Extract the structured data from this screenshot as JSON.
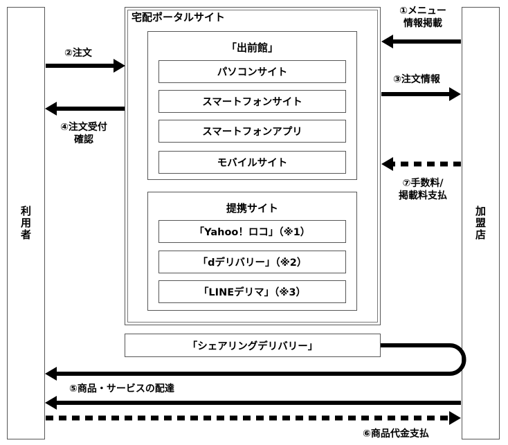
{
  "user_label": "利用者",
  "merchant_label": "加盟店",
  "portal": {
    "title": "宅配ポータルサイト",
    "demaecan": {
      "title": "「出前館」",
      "items": [
        "パソコンサイト",
        "スマートフォンサイト",
        "スマートフォンアプリ",
        "モバイルサイト"
      ]
    },
    "partners": {
      "title": "提携サイト",
      "items": [
        "「Yahoo！ロコ」（※1）",
        "「dデリバリー」（※2）",
        "「LINEデリマ」（※3）"
      ]
    }
  },
  "share_delivery": "「シェアリングデリバリー」",
  "flows": {
    "f1_line1": "①メニュー",
    "f1_line2": "情報掲載",
    "f2": "②注文",
    "f3": "③注文情報",
    "f4_line1": "④注文受付",
    "f4_line2": "確認",
    "f5": "⑤商品・サービスの配達",
    "f6": "⑥商品代金支払",
    "f7_line1": "⑦手数料/",
    "f7_line2": "掲載料支払"
  }
}
